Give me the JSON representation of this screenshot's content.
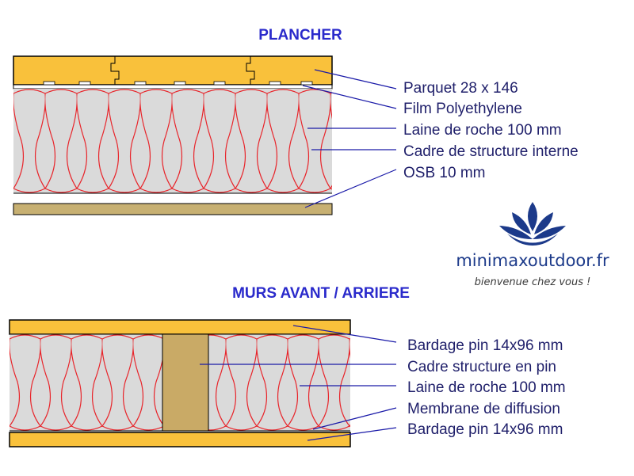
{
  "plancher": {
    "title": "PLANCHER",
    "labels": [
      "Parquet 28 x 146",
      "Film Polyethylene",
      "Laine de roche 100 mm",
      "Cadre de structure interne",
      "OSB 10 mm"
    ]
  },
  "murs": {
    "title": "MURS AVANT / ARRIERE",
    "labels": [
      "Bardage pin 14x96 mm",
      "Cadre structure en pin",
      "Laine de roche 100 mm",
      "Membrane de diffusion",
      "Bardage pin 14x96 mm"
    ]
  },
  "logo": {
    "name": "minimaxoutdoor.fr",
    "tagline": "bienvenue chez vous !"
  },
  "colors": {
    "wood": "#f9c13b",
    "insulation": "#dadada",
    "insulation_pattern": "#e8242a",
    "osb": "#c7b072",
    "stud": "#c9aa66",
    "leader": "#1a1aa8",
    "logo": "#1c3a8a"
  }
}
